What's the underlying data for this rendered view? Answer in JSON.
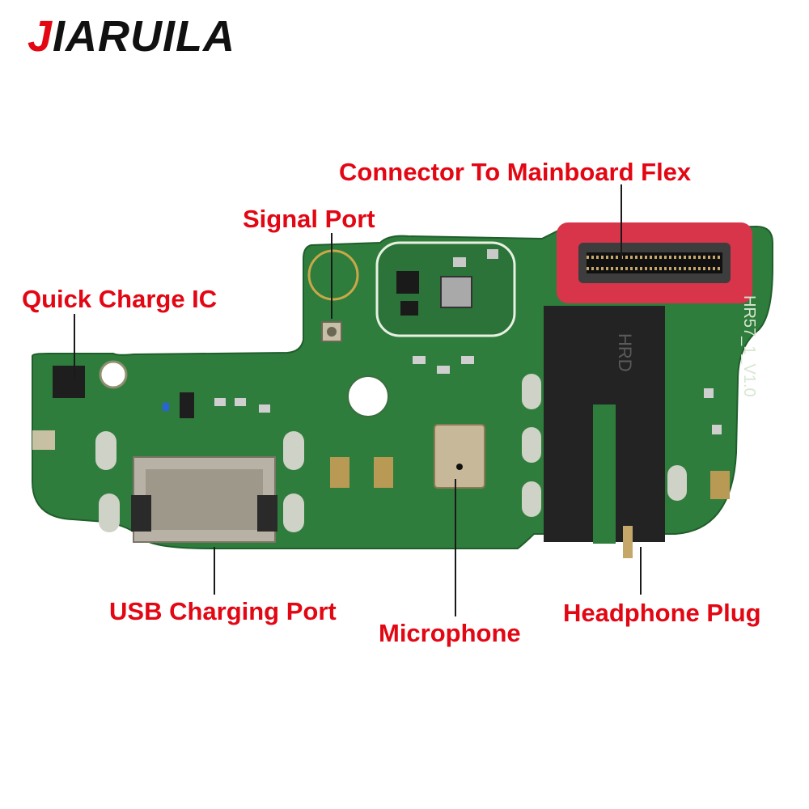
{
  "brand": {
    "first": "J",
    "rest": "IARUILA"
  },
  "labels": {
    "connector": "Connector To Mainboard Flex",
    "signal": "Signal Port",
    "quick_charge": "Quick Charge IC",
    "usb": "USB Charging Port",
    "microphone": "Microphone",
    "headphone": "Headphone Plug"
  },
  "board_silkscreen": "HR57_1_V1.0",
  "jack_text": "HRD",
  "colors": {
    "label": "#e30613",
    "pcb": "#2f7d3c",
    "pcb_dark": "#1f5e2b",
    "connector": "#d8344a",
    "metal": "#b8b2a6",
    "jack": "#222222"
  }
}
